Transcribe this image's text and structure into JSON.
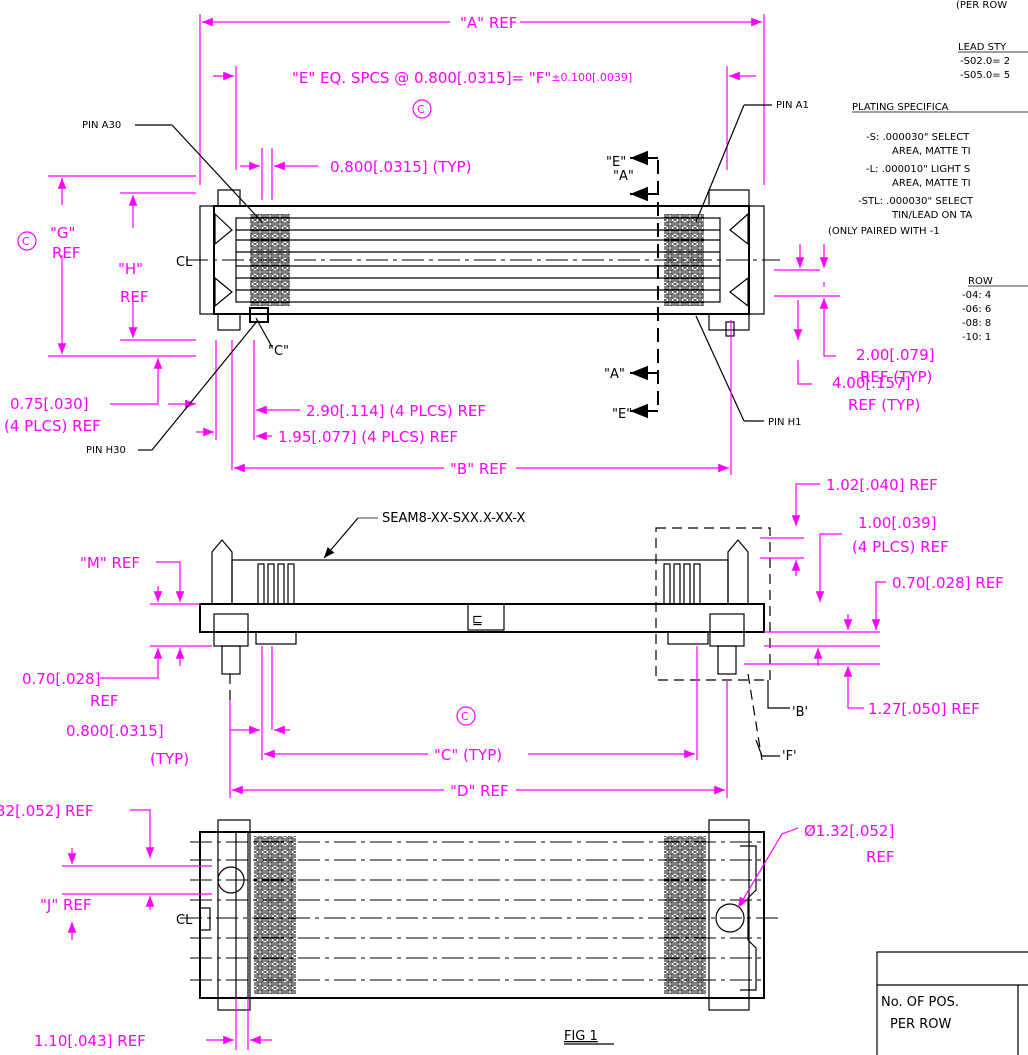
{
  "drawing": {
    "top_view": {
      "dim_a": "\"A\" REF",
      "dim_e_prefix": "\"E\" EQ. SPCS @ 0.800[.0315]= \"F\"",
      "dim_e_tol": "±0.100[.0039]",
      "critical_symbol": "C",
      "pin_a30": "PIN A30",
      "pin_a1": "PIN A1",
      "pin_h30": "PIN H30",
      "pin_h1": "PIN H1",
      "pitch_typ": "0.800[.0315] (TYP)",
      "dim_g": "\"G\"",
      "dim_g_ref": "REF",
      "dim_h": "\"H\"",
      "dim_h_ref": "REF",
      "centerline": "CL",
      "section_e_top": "\"E\"",
      "section_a_top": "\"A\"",
      "section_a_bottom": "\"A\"",
      "section_e_bottom": "\"E\"",
      "dim_c_label": "\"C\"",
      "dim_075_a": "0.75[.030]",
      "dim_075_b": "(4 PLCS) REF",
      "dim_290": "2.90[.114] (4 PLCS) REF",
      "dim_195": "1.95[.077] (4 PLCS) REF",
      "dim_b": "\"B\" REF",
      "dim_200_a": "2.00[.079]",
      "dim_200_b": "REF (TYP)",
      "dim_400_a": "4.00[.157]",
      "dim_400_b": "REF (TYP)"
    },
    "side_view": {
      "part_number": "SEAM8-XX-SXX.X-XX-X",
      "dim_m": "\"M\" REF",
      "dim_070_a": "0.70[.028]",
      "dim_070_b": "REF",
      "pitch_a": "0.800[.0315]",
      "pitch_b": "(TYP)",
      "critical_symbol": "C",
      "dim_c_typ": "\"C\" (TYP)",
      "dim_d": "\"D\" REF",
      "dim_102": "1.02[.040] REF",
      "dim_100_a": "1.00[.039]",
      "dim_100_b": "(4 PLCS) REF",
      "dim_070_right": "0.70[.028] REF",
      "dim_127": "1.27[.050] REF",
      "detail_b": "'B'",
      "detail_f": "'F'"
    },
    "bottom_view": {
      "dim_132_left": "32[.052] REF",
      "dim_j": "\"J\" REF",
      "centerline": "CL",
      "dim_132_right_a": "Ø1.32[.052]",
      "dim_132_right_b": "REF",
      "dim_110": "1.10[.043] REF",
      "fig_label": "FIG 1"
    },
    "notes": {
      "per_row": "(PER ROW",
      "lead_style_title": "LEAD STY",
      "lead_s02": "-S02.0= 2",
      "lead_s05": "-S05.0= 5",
      "plating_title": "PLATING SPECIFICA",
      "plating_s_1": "-S: .000030\" SELECT",
      "plating_s_2": "AREA, MATTE TI",
      "plating_l_1": "-L: .000010\" LIGHT S",
      "plating_l_2": "AREA, MATTE TI",
      "plating_stl_1": "-STL: .000030\" SELECT",
      "plating_stl_2": "TIN/LEAD ON TA",
      "plating_only": "(ONLY PAIRED WITH -1",
      "rows_title": "ROW",
      "row_04": "-04: 4",
      "row_06": "-06: 6",
      "row_08": "-08: 8",
      "row_10": "-10: 1"
    },
    "table": {
      "header_line1": "No. OF POS.",
      "header_line2": "PER ROW"
    },
    "colors": {
      "dimension": "#ff00ff",
      "geometry": "#000000"
    }
  }
}
